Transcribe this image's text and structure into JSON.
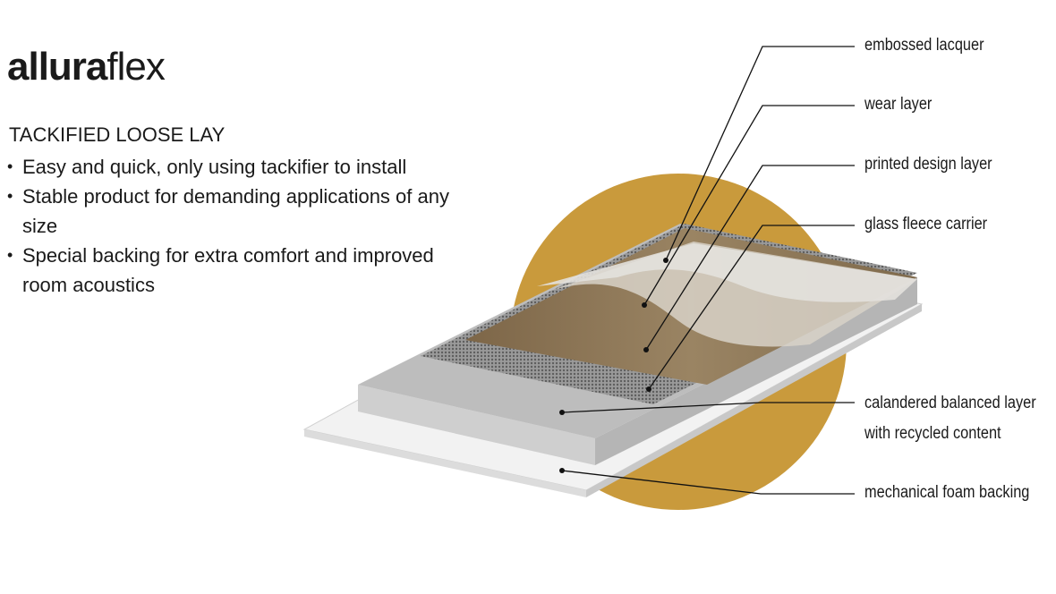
{
  "logo": {
    "bold": "allura",
    "light": "flex"
  },
  "heading": "TACKIFIED LOOSE LAY",
  "bullets": [
    "Easy and quick, only using tackifier to install",
    "Stable product for demanding applications of any size",
    "Special backing for extra comfort and improved room acoustics"
  ],
  "layers": {
    "embossed_lacquer": "embossed lacquer",
    "wear_layer": "wear layer",
    "printed_design_layer": "printed design layer",
    "glass_fleece_carrier": "glass fleece carrier",
    "calandered_line1": "calandered balanced layer",
    "calandered_line2": "with recycled content",
    "foam_backing": "mechanical foam backing"
  },
  "colors": {
    "circle": "#c99a3c",
    "wood": "#8b7556",
    "gray": "#bdbdbd"
  }
}
